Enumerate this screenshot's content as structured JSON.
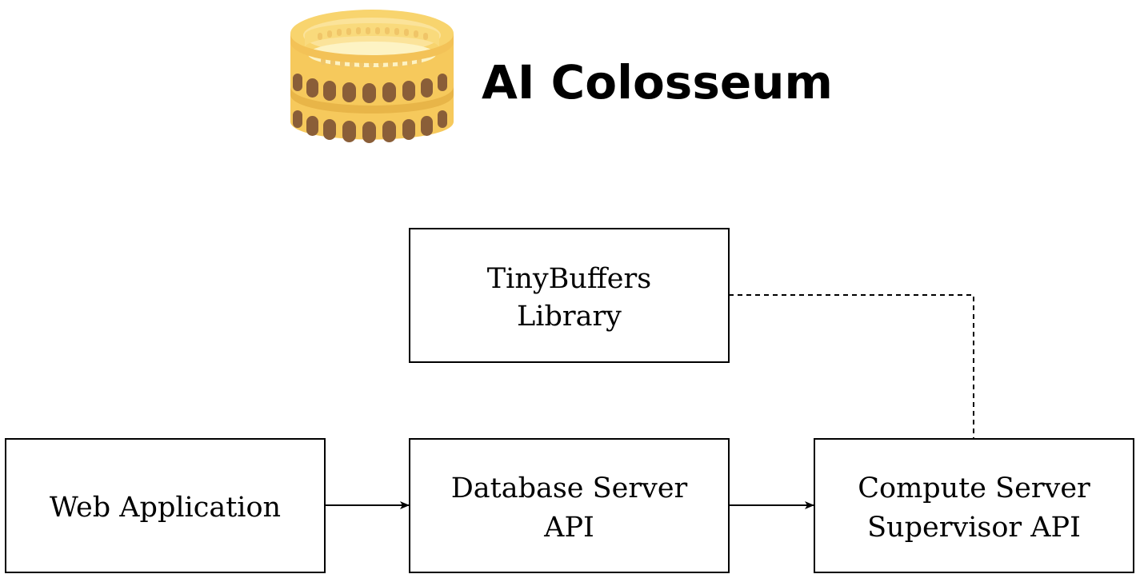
{
  "header": {
    "title": "AI Colosseum",
    "logo_icon": "colosseum-icon"
  },
  "diagram": {
    "nodes": [
      {
        "id": "tinybuffers",
        "lines": [
          "TinyBuffers",
          "Library"
        ]
      },
      {
        "id": "webapp",
        "lines": [
          "Web Application"
        ]
      },
      {
        "id": "dbserver",
        "lines": [
          "Database Server",
          "API"
        ]
      },
      {
        "id": "compute",
        "lines": [
          "Compute Server",
          "Supervisor API"
        ]
      }
    ],
    "edges": [
      {
        "from": "webapp",
        "to": "dbserver",
        "style": "solid-arrow"
      },
      {
        "from": "dbserver",
        "to": "compute",
        "style": "solid-arrow"
      },
      {
        "from": "tinybuffers",
        "to": "compute",
        "style": "dashed"
      }
    ]
  },
  "colors": {
    "logo_light": "#fce9a2",
    "logo_mid": "#f6c95c",
    "logo_dark": "#e2a93c",
    "arch": "#8a5e38",
    "stroke": "#000000"
  }
}
